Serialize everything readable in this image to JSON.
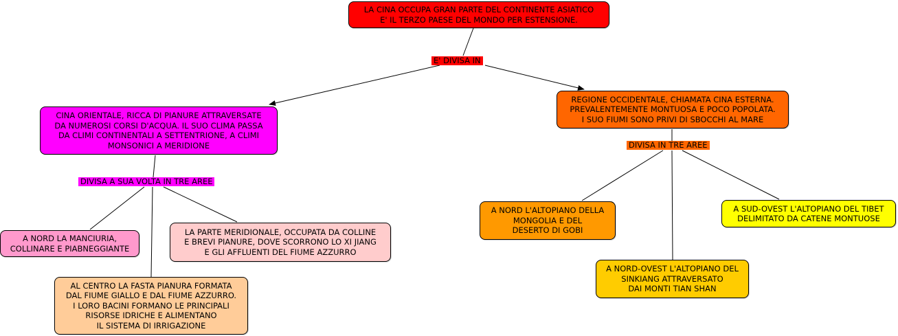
{
  "colors": {
    "root": "#FF0000",
    "east": "#FF00FF",
    "west": "#FF6600",
    "manciuria": "#FF99CC",
    "centro": "#FFCC99",
    "meridionale": "#FFCCCC",
    "mongolia": "#FF9900",
    "sinkiang": "#FFCC00",
    "tibet": "#FFFF00",
    "line": "#000000"
  },
  "concepts": {
    "root": [
      "LA CINA OCCUPA GRAN PARTE DEL CONTINENTE ASIATICO",
      "E' IL TERZO PAESE DEL MONDO PER ESTENSIONE."
    ],
    "east": [
      "CINA ORIENTALE, RICCA DI PIANURE ATTRAVERSATE",
      "DA NUMEROSI CORSI D'ACQUA. IL SUO CLIMA PASSA",
      "DA CLIMI CONTINENTALI A SETTENTRIONE, A CLIMI",
      "MONSONICI A MERIDIONE"
    ],
    "west": [
      "REGIONE OCCIDENTALE, CHIAMATA CINA ESTERNA.",
      "PREVALENTEMENTE MONTUOSA E POCO POPOLATA.",
      "I SUO FIUMI SONO PRIVI DI SBOCCHI AL MARE"
    ],
    "manciuria": [
      "A NORD LA MANCIURIA,",
      "COLLINARE E PIABNEGGIANTE"
    ],
    "centro": [
      "AL CENTRO LA FASTA PIANURA FORMATA",
      "DAL FIUME GIALLO E DAL FIUME AZZURRO.",
      "I LORO BACINI FORMANO LE PRINCIPALI",
      "RISORSE IDRICHE E ALIMENTANO",
      "IL SISTEMA DI IRRIGAZIONE"
    ],
    "meridionale": [
      "LA PARTE MERIDIONALE, OCCUPATA DA COLLINE",
      "E BREVI PIANURE, DOVE SCORRONO LO XI JIANG",
      "E GLI AFFLUENTI DEL FIUME AZZURRO"
    ],
    "mongolia": [
      "A NORD L'ALTOPIANO DELLA",
      "MONGOLIA E DEL",
      "DESERTO DI GOBI"
    ],
    "sinkiang": [
      "A NORD-OVEST L'ALTOPIANO DEL",
      "SINKIANG ATTRAVERSATO",
      "DAI MONTI TIAN SHAN"
    ],
    "tibet": [
      "A SUD-OVEST L'ALTOPIANO DEL TIBET",
      "DELIMITATO DA CATENE MONTUOSE"
    ]
  },
  "link_labels": {
    "divisa_in": "E' DIVISA IN",
    "tre_aree_est": "DIVISA A SUA VOLTA IN TRE AREE",
    "tre_aree_ovest": "DIVISA IN TRE AREE"
  }
}
